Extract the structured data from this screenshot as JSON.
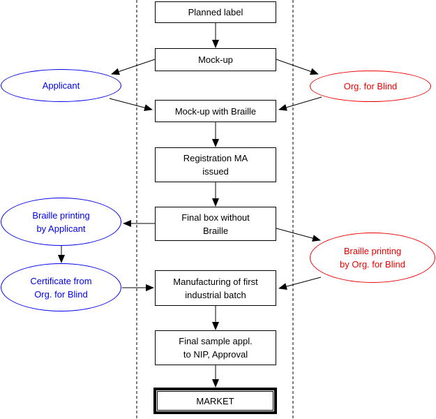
{
  "diagram": {
    "kind": "flowchart",
    "colors": {
      "applicant_side_blue": "#0000EE",
      "org_for_blind_red": "#EE0000",
      "line_black": "#000000",
      "background": "#FFFFFF"
    },
    "nodes": {
      "planned_label": {
        "label": "Planned label",
        "shape": "rect"
      },
      "mock_up": {
        "label": "Mock-up",
        "shape": "rect"
      },
      "applicant": {
        "label": "Applicant",
        "shape": "ellipse",
        "color": "#0000EE"
      },
      "org_for_blind": {
        "label": "Org. for Blind",
        "shape": "ellipse",
        "color": "#EE0000"
      },
      "mock_up_with_braille": {
        "label": "Mock-up with Braille",
        "shape": "rect"
      },
      "registration_ma_issued": {
        "label": "Registration MA\nissued",
        "shape": "rect"
      },
      "final_box_without_braille": {
        "label": "Final box without\nBraille",
        "shape": "rect"
      },
      "braille_printing_by_applicant": {
        "label": "Braille printing\nby Applicant",
        "shape": "ellipse",
        "color": "#0000EE"
      },
      "braille_printing_by_org_for_blind": {
        "label": "Braille printing\nby Org. for Blind",
        "shape": "ellipse",
        "color": "#EE0000"
      },
      "certificate_from_org_for_blind": {
        "label": "Certificate from\nOrg. for Blind",
        "shape": "ellipse",
        "color": "#0000EE"
      },
      "manufacturing_first_batch": {
        "label": "Manufacturing of first\nindustrial batch",
        "shape": "rect"
      },
      "final_sample_approval": {
        "label": "Final sample appl.\nto NIP, Approval",
        "shape": "rect"
      },
      "market": {
        "label": "MARKET",
        "shape": "rect-double-border"
      }
    },
    "edges": [
      {
        "from": "Planned label",
        "to": "Mock-up"
      },
      {
        "from": "Mock-up",
        "to": "Applicant"
      },
      {
        "from": "Mock-up",
        "to": "Org. for Blind"
      },
      {
        "from": "Applicant",
        "to": "Mock-up with Braille"
      },
      {
        "from": "Org. for Blind",
        "to": "Mock-up with Braille"
      },
      {
        "from": "Mock-up with Braille",
        "to": "Registration MA issued"
      },
      {
        "from": "Registration MA issued",
        "to": "Final box without Braille"
      },
      {
        "from": "Final box without Braille",
        "to": "Braille printing by Applicant"
      },
      {
        "from": "Final box without Braille",
        "to": "Braille printing by Org. for Blind"
      },
      {
        "from": "Braille printing by Applicant",
        "to": "Certificate from Org. for Blind"
      },
      {
        "from": "Certificate from Org. for Blind",
        "to": "Manufacturing of first industrial batch"
      },
      {
        "from": "Braille printing by Org. for Blind",
        "to": "Manufacturing of first industrial batch"
      },
      {
        "from": "Manufacturing of first industrial batch",
        "to": "Final sample appl. to NIP, Approval"
      },
      {
        "from": "Final sample appl. to NIP, Approval",
        "to": "MARKET"
      }
    ],
    "boundaries": {
      "style": "vertical-dashed-lines",
      "count": 2
    }
  }
}
